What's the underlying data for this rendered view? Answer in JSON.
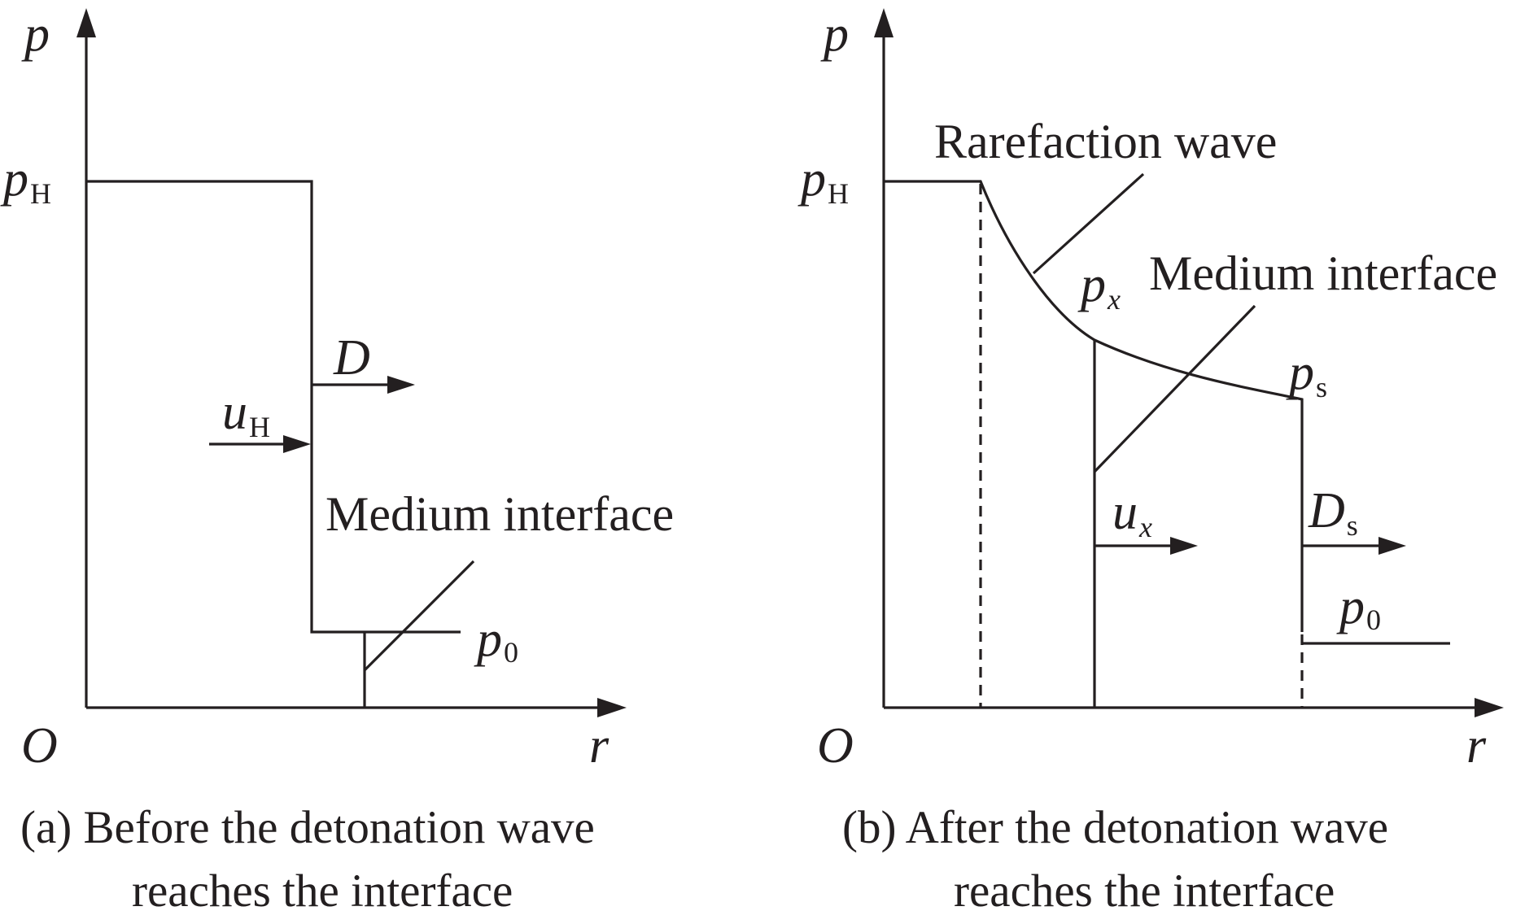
{
  "panel_a": {
    "axis_y": "p",
    "axis_x": "r",
    "origin": "O",
    "pH": {
      "base": "p",
      "sub": "H"
    },
    "D": "D",
    "uH": {
      "base": "u",
      "sub": "H"
    },
    "medium_interface": "Medium interface",
    "p0": {
      "base": "p",
      "sub": "0"
    },
    "caption_line1": "(a) Before the detonation wave",
    "caption_line2": "reaches the interface"
  },
  "panel_b": {
    "axis_y": "p",
    "axis_x": "r",
    "origin": "O",
    "pH": {
      "base": "p",
      "sub": "H"
    },
    "rarefaction_wave": "Rarefaction wave",
    "px": {
      "base": "p",
      "sub": "x"
    },
    "medium_interface": "Medium interface",
    "ps": {
      "base": "p",
      "sub": "s"
    },
    "ux": {
      "base": "u",
      "sub": "x"
    },
    "Ds": {
      "base": "D",
      "sub": "s"
    },
    "p0": {
      "base": "p",
      "sub": "0"
    },
    "caption_line1": "(b) After the detonation wave",
    "caption_line2": "reaches the interface"
  },
  "colors": {
    "ink": "#231f20",
    "background": "#ffffff"
  }
}
